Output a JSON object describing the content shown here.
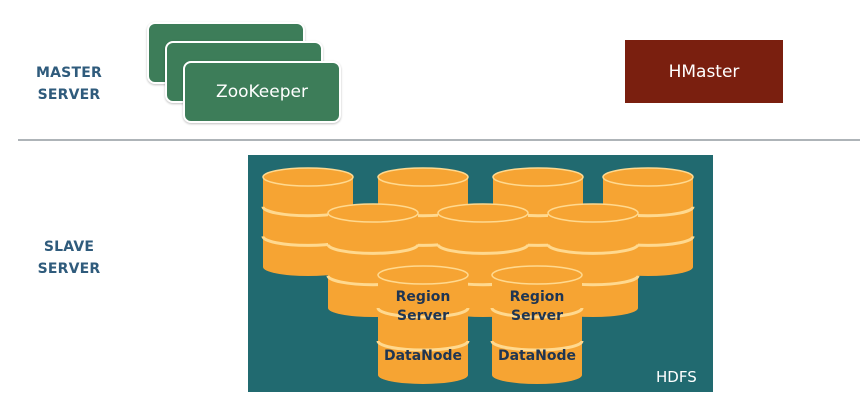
{
  "master_label": [
    "MASTER",
    "SERVER"
  ],
  "slave_label": [
    "SLAVE",
    "SERVER"
  ],
  "zookeeper": {
    "label": "ZooKeeper"
  },
  "hmaster": {
    "label": "HMaster"
  },
  "hdfs": {
    "label": "HDFS"
  },
  "region_servers": [
    {
      "title_line1": "Region",
      "title_line2": "Server",
      "datanode": "DataNode"
    },
    {
      "title_line1": "Region",
      "title_line2": "Server",
      "datanode": "DataNode"
    }
  ],
  "colors": {
    "label_text": "#2f5b7c",
    "zookeeper": "#3d7d59",
    "hmaster": "#7a1f0f",
    "hdfs_panel": "#216a70",
    "cylinder": "#f6a433",
    "cylinder_band": "#ffd98f"
  }
}
